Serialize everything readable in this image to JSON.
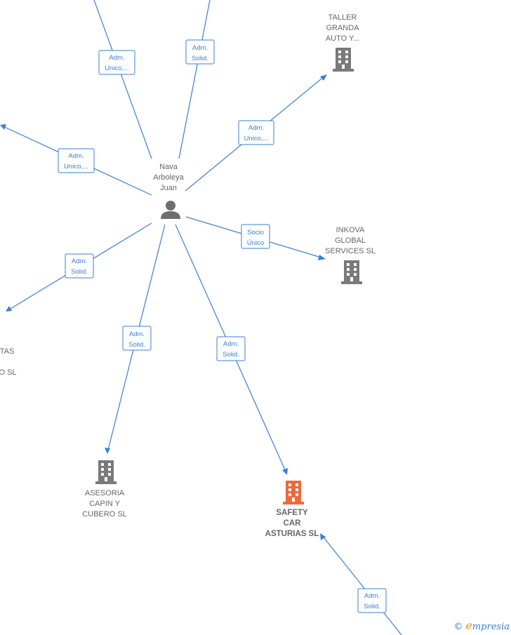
{
  "center": {
    "label_lines": [
      "Nava",
      "Arboleya",
      "Juan"
    ],
    "icon": "person-icon"
  },
  "companies": [
    {
      "id": "taller",
      "label_lines": [
        "TALLER",
        "GRANDA",
        "AUTO Y..."
      ],
      "icon": "building-icon",
      "highlight": false
    },
    {
      "id": "inkova",
      "label_lines": [
        "INKOVA",
        "GLOBAL",
        "SERVICES  SL"
      ],
      "icon": "building-icon",
      "highlight": false
    },
    {
      "id": "asesoria",
      "label_lines": [
        "ASESORIA",
        "CAPIN Y",
        "CUBERO  SL"
      ],
      "icon": "building-icon",
      "highlight": false
    },
    {
      "id": "safety",
      "label_lines": [
        "SAFETY",
        "CAR",
        "ASTURIAS  SL"
      ],
      "icon": "building-icon",
      "highlight": true
    },
    {
      "id": "left-partial",
      "label_lines": [
        "TAS",
        "",
        "O  SL"
      ],
      "icon": "",
      "highlight": false
    }
  ],
  "relations": [
    {
      "id": "r-top-left",
      "lines": [
        "Adm.",
        "Unico,..."
      ]
    },
    {
      "id": "r-top",
      "lines": [
        "Adm.",
        "Solid."
      ]
    },
    {
      "id": "r-taller",
      "lines": [
        "Adm.",
        "Unico,..."
      ]
    },
    {
      "id": "r-left",
      "lines": [
        "Adm.",
        "Unico,..."
      ]
    },
    {
      "id": "r-inkova",
      "lines": [
        "Socio",
        "Único"
      ]
    },
    {
      "id": "r-lower-left",
      "lines": [
        "Adm.",
        "Solid."
      ]
    },
    {
      "id": "r-asesoria",
      "lines": [
        "Adm.",
        "Solid."
      ]
    },
    {
      "id": "r-safety",
      "lines": [
        "Adm.",
        "Solid."
      ]
    },
    {
      "id": "r-bottom",
      "lines": [
        "Adm.",
        "Solid."
      ]
    }
  ],
  "colors": {
    "edge": "#3b7fd4",
    "node": "#7a7a7a",
    "highlight": "#ef6a3a"
  },
  "footer": {
    "copyright_symbol": "©",
    "brand_initial": "e",
    "brand_rest": "mpresia"
  }
}
